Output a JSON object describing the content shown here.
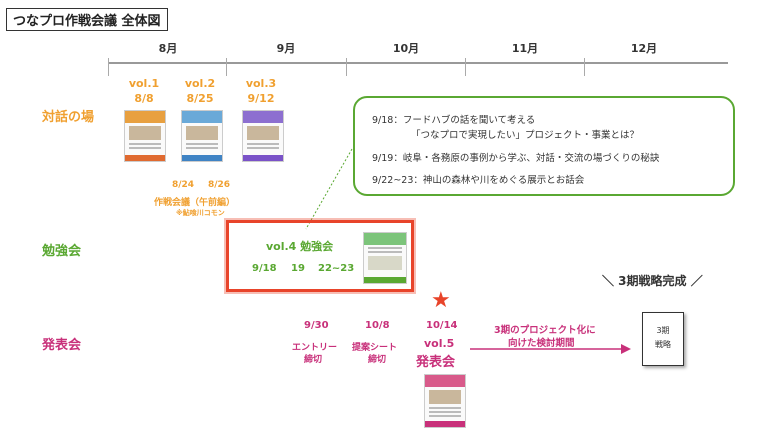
{
  "title": "つなプロ作戦会議 全体図",
  "months": [
    "8月",
    "9月",
    "10月",
    "11月",
    "12月"
  ],
  "rows": {
    "dialogue": "対話の場",
    "study": "勉強会",
    "presentation": "発表会"
  },
  "dialogue_sessions": [
    {
      "vol": "vol.1",
      "date": "8/8"
    },
    {
      "vol": "vol.2",
      "date": "8/25"
    },
    {
      "vol": "vol.3",
      "date": "9/12"
    }
  ],
  "strategy_meeting": {
    "dates": [
      "8/24",
      "8/26"
    ],
    "label": "作戦会議（午前編）",
    "place": "※鮎喰川コモン"
  },
  "callout_lines": [
    "9/18：フードハブの話を聞いて考える",
    "「つなプロで実現したい」プロジェクト・事業とは？",
    "9/19：岐阜・各務原の事例から学ぶ、対話・交流の場づくりの秘訣",
    "9/22~23：神山の森林や川をめぐる展示とお話会"
  ],
  "study": {
    "title": "vol.4 勉強会",
    "dates": [
      "9/18",
      "19",
      "22~23"
    ]
  },
  "completion": "＼ 3期戦略完成 ／",
  "deadlines": [
    {
      "date": "9/30",
      "label_1": "エントリー",
      "label_2": "締切"
    },
    {
      "date": "10/8",
      "label_1": "提案シート",
      "label_2": "締切"
    }
  ],
  "presentation": {
    "date": "10/14",
    "vol": "vol.5",
    "label": "発表会"
  },
  "phase_arrow": {
    "line_1": "3期のプロジェクト化に",
    "line_2": "向けた検討期間"
  },
  "strategy_doc": {
    "line_1": "3期",
    "line_2": "戦略"
  },
  "colors": {
    "dialogue": "#f0a030",
    "study": "#5aa832",
    "presentation": "#c8307a",
    "highlight": "#e8442a"
  }
}
